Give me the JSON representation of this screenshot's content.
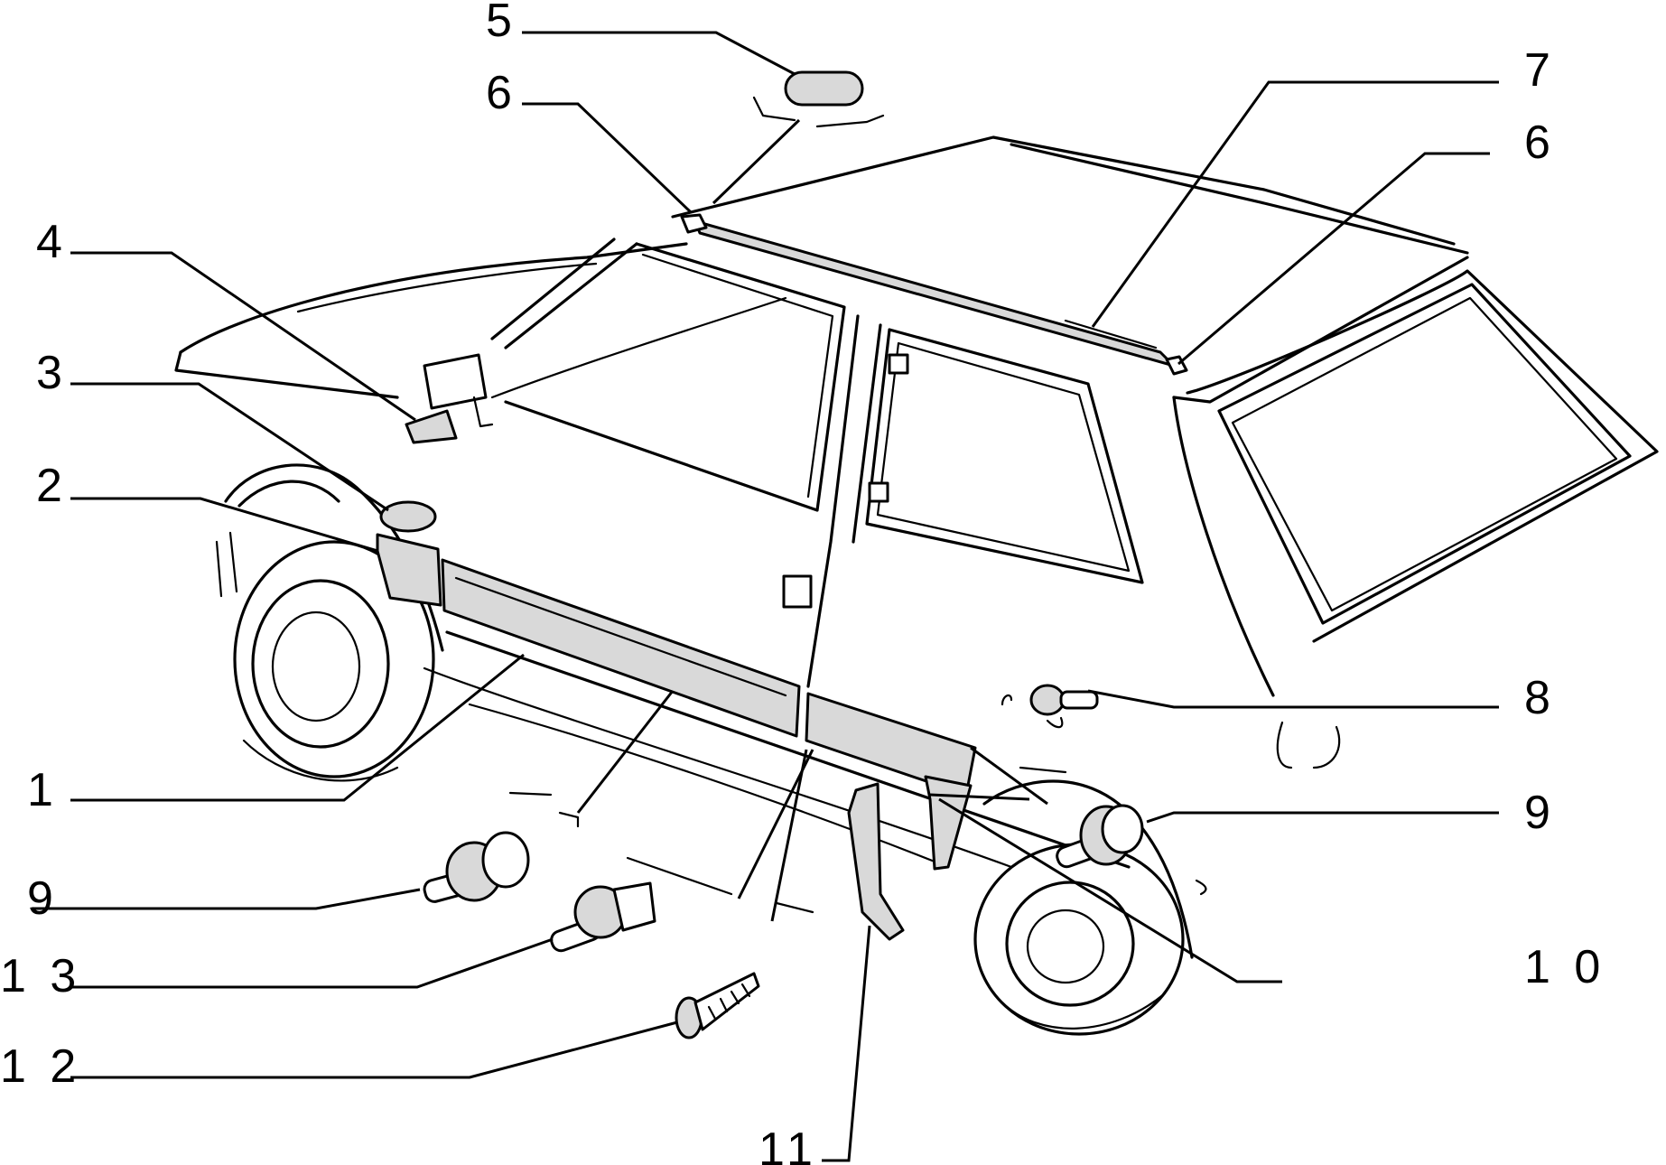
{
  "figure": {
    "callouts": {
      "c1": "1",
      "c2": "2",
      "c3": "3",
      "c4": "4",
      "c5": "5",
      "c6a": "6",
      "c6b": "6",
      "c7": "7",
      "c8": "8",
      "c9a": "9",
      "c9b": "9",
      "c10": "1 0",
      "c11": "11",
      "c12": "1 2",
      "c13": "1 3"
    }
  }
}
